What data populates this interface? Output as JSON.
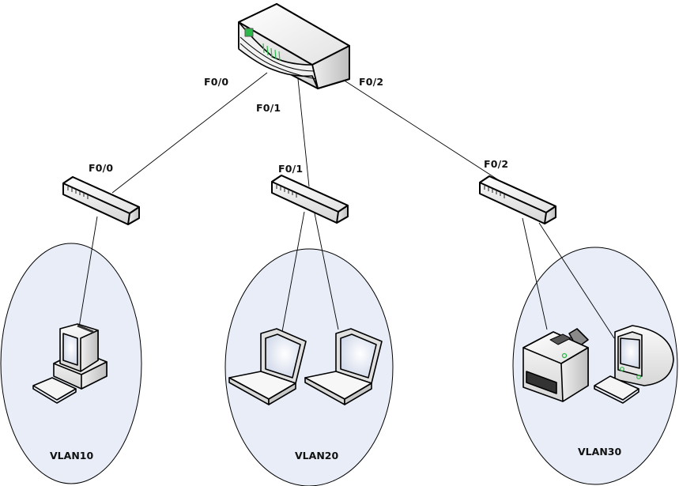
{
  "diagram": {
    "type": "network-topology",
    "colors": {
      "vlan_fill": "#e8edf7",
      "outline": "#000000",
      "link": "#000000",
      "led_green": "#2db84a",
      "device_light": "#f4f4f4",
      "device_shade": "#cfcfcf"
    },
    "core_switch": {
      "name": "core-switch",
      "icon": "multilayer-switch-icon",
      "ports": [
        {
          "label": "F0/0",
          "connects_to": "switch-1"
        },
        {
          "label": "F0/1",
          "connects_to": "switch-2"
        },
        {
          "label": "F0/2",
          "connects_to": "switch-3"
        }
      ]
    },
    "access_switches": [
      {
        "name": "switch-1",
        "icon": "workgroup-switch-icon",
        "port_label": "F0/0",
        "vlan": "VLAN10"
      },
      {
        "name": "switch-2",
        "icon": "workgroup-switch-icon",
        "port_label": "F0/1",
        "vlan": "VLAN20"
      },
      {
        "name": "switch-3",
        "icon": "workgroup-switch-icon",
        "port_label": "F0/2",
        "vlan": "VLAN30"
      }
    ],
    "vlans": [
      {
        "label": "VLAN10",
        "devices": [
          {
            "type": "desktop-pc",
            "icon": "desktop-computer-icon"
          }
        ]
      },
      {
        "label": "VLAN20",
        "devices": [
          {
            "type": "laptop",
            "icon": "laptop-icon"
          },
          {
            "type": "laptop",
            "icon": "laptop-icon"
          }
        ]
      },
      {
        "label": "VLAN30",
        "devices": [
          {
            "type": "printer",
            "icon": "printer-icon"
          },
          {
            "type": "workstation",
            "icon": "crt-monitor-icon"
          }
        ]
      }
    ]
  }
}
